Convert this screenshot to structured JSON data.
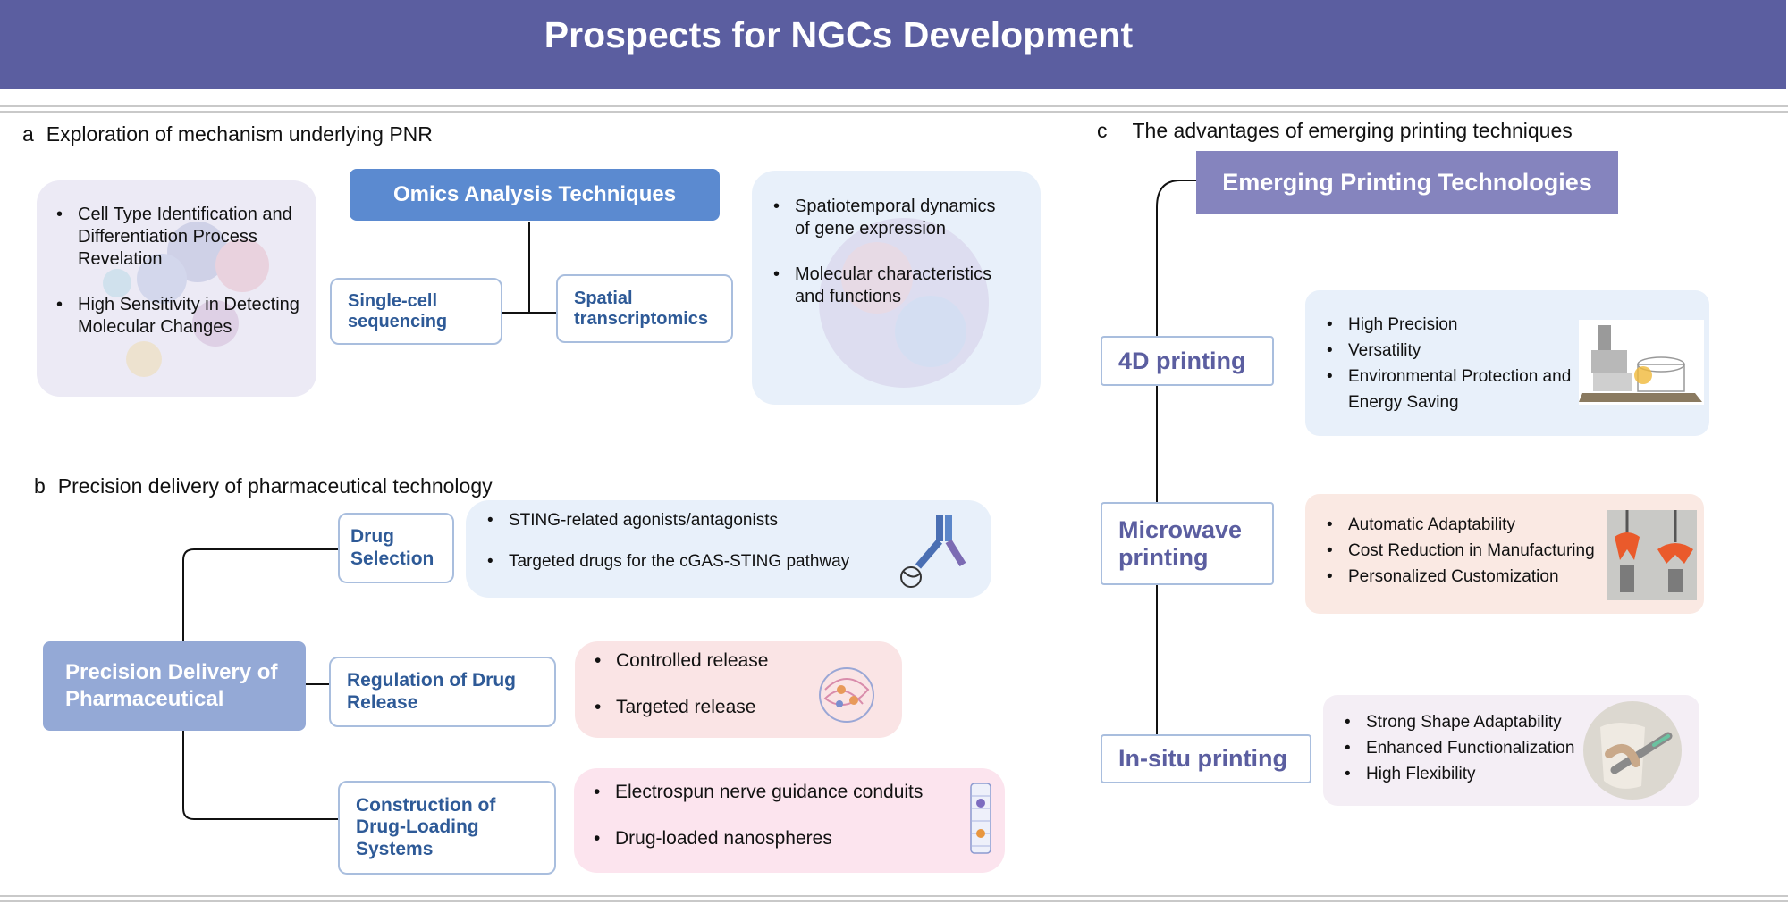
{
  "title": "Prospects for NGCs Development",
  "section_a": {
    "letter": "a",
    "title": "Exploration of mechanism underlying PNR",
    "center_title": "Omics Analysis Techniques",
    "left_node": "Single-cell\nsequencing",
    "right_node": "Spatial\ntranscriptomics",
    "left_bullets": [
      "Cell Type Identification and Differentiation Process Revelation",
      "High Sensitivity in Detecting Molecular Changes"
    ],
    "right_bullets": [
      "Spatiotemporal dynamics of gene expression",
      "Molecular characteristics and functions"
    ]
  },
  "section_b": {
    "letter": "b",
    "title": "Precision delivery of pharmaceutical technology",
    "root": "Precision Delivery of\nPharmaceutical",
    "branches": [
      {
        "label": "Drug\nSelection",
        "bullets": [
          "STING-related agonists/antagonists",
          "Targeted drugs for the cGAS-STING pathway"
        ],
        "icon": "antibody-icon"
      },
      {
        "label": "Regulation of Drug\nRelease",
        "bullets": [
          "Controlled release",
          "Targeted release"
        ],
        "icon": "nanoparticle-icon"
      },
      {
        "label": "Construction of\nDrug-Loading\nSystems",
        "bullets": [
          "Electrospun nerve guidance conduits",
          "Drug-loaded nanospheres"
        ],
        "icon": "conduit-icon"
      }
    ]
  },
  "section_c": {
    "letter": "c",
    "title": "The advantages of emerging printing techniques",
    "root": "Emerging Printing Technologies",
    "branches": [
      {
        "label": "4D printing",
        "bullets": [
          "High Precision",
          "Versatility",
          "Environmental Protection and Energy Saving"
        ],
        "icon": "microwave-printer-diagram-icon"
      },
      {
        "label": "Microwave\nprinting",
        "bullets": [
          "Automatic  Adaptability",
          "Cost Reduction in Manufacturing",
          "Personalized Customization"
        ],
        "icon": "gripper-photo-icon"
      },
      {
        "label": "In-situ printing",
        "bullets": [
          "Strong Shape Adaptability",
          "Enhanced Functionalization",
          "High Flexibility"
        ],
        "icon": "handheld-printer-photo-icon"
      }
    ]
  },
  "colors": {
    "banner": "#5b5ea0",
    "omics_header": "#5b8ad0",
    "printing_header": "#8584be",
    "delivery_root": "#94a9d6",
    "node_text_blue": "#2e5a97",
    "node_text_purple": "#5b5ea0"
  }
}
